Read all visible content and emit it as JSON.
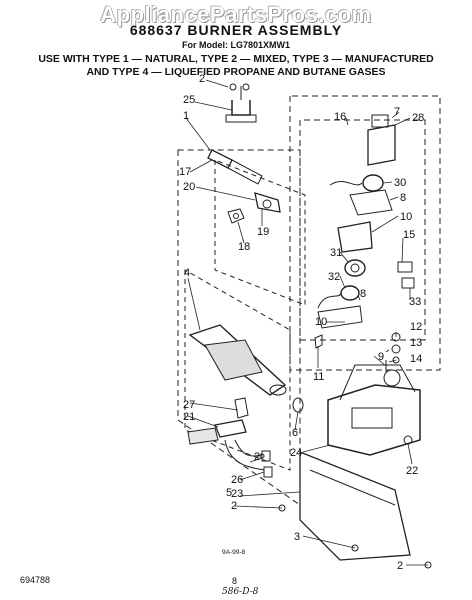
{
  "watermark": "AppliancePartsPros.com",
  "header": {
    "title": "688637 BURNER ASSEMBLY",
    "model_line": "For Model: LG7801XMW1",
    "use_line1": "USE WITH TYPE 1 — NATURAL, TYPE 2 — MIXED, TYPE 3 — MANUFACTURED",
    "use_line2": "AND TYPE 4 — LIQUEFIED PROPANE AND BUTANE GASES"
  },
  "callouts": {
    "c1": "1",
    "c2_top": "2",
    "c2_ignitor": "2",
    "c2_base": "2",
    "c2_bottom": "2",
    "c3": "3",
    "c4": "4",
    "c5": "5",
    "c6": "6",
    "c7": "7",
    "c8_upper": "8",
    "c8_lower": "8",
    "c9": "9",
    "c10_upper": "10",
    "c10_lower": "10",
    "c11": "11",
    "c12": "12",
    "c13": "13",
    "c14": "14",
    "c15": "15",
    "c16": "16",
    "c17": "17",
    "c18": "18",
    "c19": "19",
    "c20": "20",
    "c21": "21",
    "c22": "22",
    "c23": "23",
    "c24": "24",
    "c25": "25",
    "c26": "26",
    "c27": "27",
    "c28": "28",
    "c30": "30",
    "c31": "31",
    "c32": "32",
    "c33": "33"
  },
  "footer": {
    "doc_number": "694788",
    "page_number": "8",
    "handwritten_code": "586-D-8",
    "drawing_code": "9A-99-8"
  }
}
